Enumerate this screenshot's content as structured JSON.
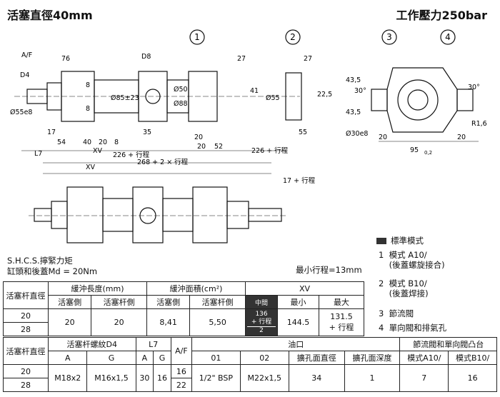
{
  "header": {
    "left_title": "活塞直徑40mm",
    "right_title": "工作壓力250bar"
  },
  "drawing": {
    "callouts": [
      "1",
      "2",
      "3",
      "4"
    ],
    "top_dims": [
      "A/F",
      "76",
      "D4",
      "D8",
      "27",
      "27",
      "8",
      "Ø55e8",
      "8",
      "Ø85±23",
      "Ø50",
      "Ø88",
      "41",
      "Ø55",
      "22,5",
      "17",
      "35",
      "20",
      "54",
      "40",
      "20",
      "8",
      "20",
      "52",
      "55",
      "L7",
      "XV",
      "226 + 行程",
      "226 + 行程",
      "268 + 2 × 行程",
      "XV",
      "17 + 行程"
    ],
    "side_dims": [
      "43,5",
      "30°",
      "30°",
      "43,5",
      "Ø30e8",
      "R1,6",
      "20",
      "95",
      "0,2",
      "20"
    ]
  },
  "notes": {
    "bolt_line1": "S.H.C.S.擰緊力矩",
    "bolt_line2": "缸頭和後蓋Md = 20Nm",
    "min_stroke": "最小行程=13mm"
  },
  "legend": {
    "standard": "標準模式",
    "items": [
      {
        "num": "1",
        "text": "模式 A10/",
        "sub": "(後蓋螺旋接合)"
      },
      {
        "num": "2",
        "text": "模式 B10/",
        "sub": "(後蓋焊接)"
      },
      {
        "num": "3",
        "text": "節流閥",
        "sub": ""
      },
      {
        "num": "4",
        "text": "單向閥和排氣孔",
        "sub": ""
      }
    ]
  },
  "table1": {
    "h_rod": "活塞杆直徑",
    "h_cushion_len": "緩沖長度(mm)",
    "h_cushion_area": "緩沖面積(cm²)",
    "h_xv": "XV",
    "h_piston_side": "活塞側",
    "h_rod_side": "活塞杆側",
    "h_piston_side2": "活塞側",
    "h_rod_side2": "活塞杆側",
    "h_middle": "中間",
    "h_min": "最小",
    "h_max": "最大",
    "rods": [
      "20",
      "28"
    ],
    "cushion_piston": "20",
    "cushion_rod": "20",
    "area_piston": "8,41",
    "area_rod": "5,50",
    "xv_mid_num": "136",
    "xv_mid_plus": "+ 行程",
    "xv_mid_den": "2",
    "xv_min": "144.5",
    "xv_max_1": "131.5",
    "xv_max_2": "+ 行程"
  },
  "table2": {
    "h_rod": "活塞杆直徑",
    "h_thread": "活塞杆螺紋D4",
    "h_l7": "L7",
    "h_af": "A/F",
    "h_port": "油口",
    "h_throttle": "節流閥和單向閥凸台",
    "h_a": "A",
    "h_g": "G",
    "h_a2": "A",
    "h_g2": "G",
    "h_01": "01",
    "h_02": "02",
    "h_dia": "擴孔面直徑",
    "h_depth": "擴孔面深度",
    "h_a10": "模式A10/",
    "h_b10": "模式B10/",
    "rods": [
      "20",
      "28"
    ],
    "thread_a": "M18x2",
    "thread_g": "M16x1,5",
    "l7_a": "30",
    "l7_g": "16",
    "af": [
      "16",
      "22"
    ],
    "port_01": "1/2\" BSP",
    "port_02": "M22x1,5",
    "dia": "34",
    "depth": "1",
    "a10": "7",
    "b10": "16"
  }
}
